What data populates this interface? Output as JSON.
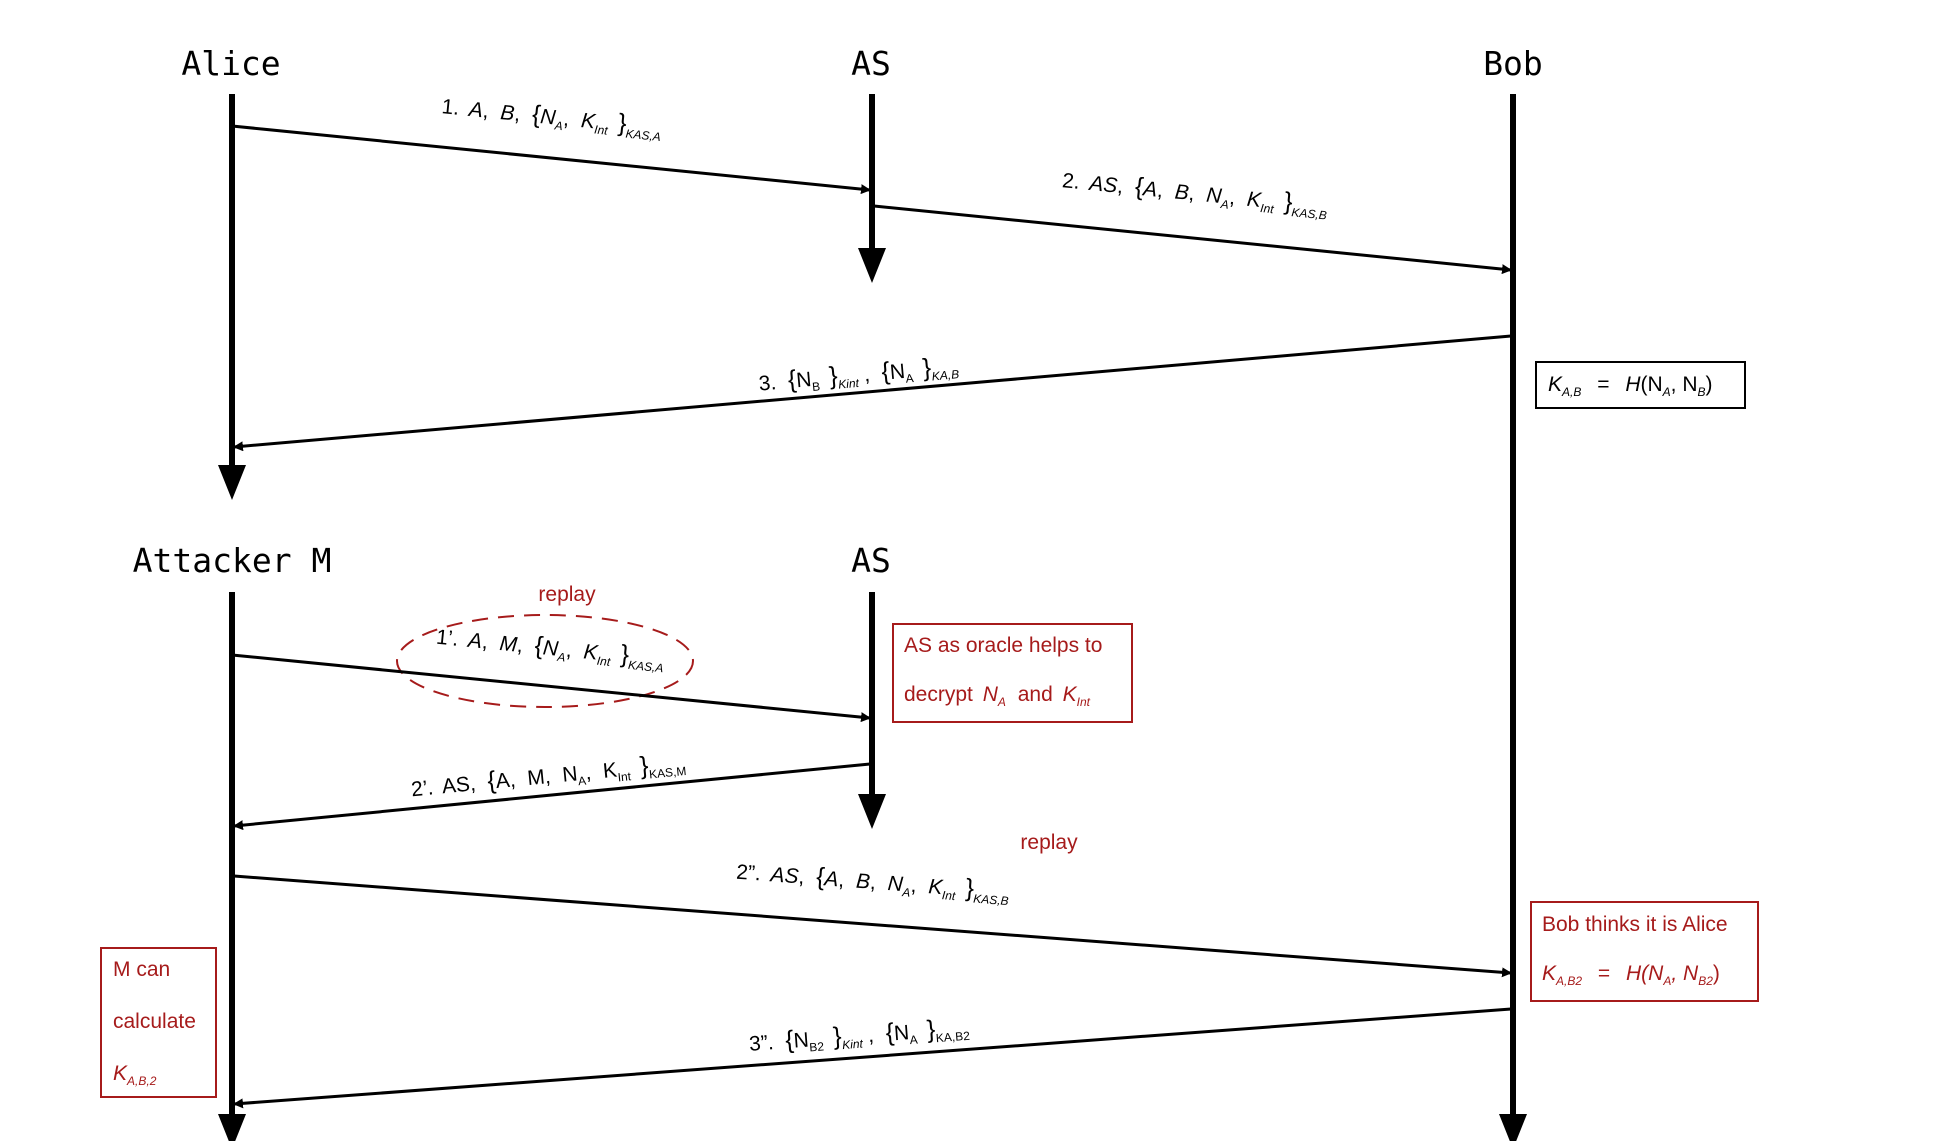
{
  "colors": {
    "ink": "#000000",
    "accent": "#a61b1b"
  },
  "actors": {
    "alice": "Alice",
    "as_top": "AS",
    "bob": "Bob",
    "attacker": "Attacker M",
    "as_bottom": "AS"
  },
  "labels": {
    "replay_1": "replay",
    "replay_2": "replay"
  },
  "messages": {
    "m1": {
      "num": "1.",
      "parts": [
        "A",
        "B",
        "N",
        "A",
        "K",
        "Int",
        "KAS,A"
      ]
    },
    "m2": {
      "num": "2.",
      "parts": [
        "AS",
        "A",
        "B",
        "N",
        "A",
        "K",
        "Int",
        "KAS,B"
      ]
    },
    "m3": {
      "num": "3.",
      "parts": [
        "N",
        "B",
        "Kint",
        "N",
        "A",
        "KA,B"
      ]
    },
    "m1p": {
      "num": "1’.",
      "parts": [
        "A",
        "M",
        "N",
        "A",
        "K",
        "Int",
        "KAS,A"
      ]
    },
    "m2p": {
      "num": "2’.",
      "parts": [
        "AS",
        "A",
        "M",
        "N",
        "A",
        "K",
        "Int",
        "KAS,M"
      ]
    },
    "m2pp": {
      "num": "2”.",
      "parts": [
        "AS",
        "A",
        "B",
        "N",
        "A",
        "K",
        "Int",
        "KAS,B"
      ]
    },
    "m3pp": {
      "num": "3”.",
      "parts": [
        "N",
        "B2",
        "Kint",
        "N",
        "A",
        "KA,B2"
      ]
    }
  },
  "notes": {
    "kab": {
      "k": "K",
      "ksub": "A,B",
      "eq": "=",
      "h": "H(N",
      "a": "A",
      "comma": ", N",
      "b": "B",
      "close": ")"
    },
    "oracle": {
      "line1": "AS as oracle helps to",
      "line2a": "decrypt",
      "na": "N",
      "nasub": "A",
      "and": "and",
      "k": "K",
      "ksub": "Int"
    },
    "bob_thinks": {
      "line1": "Bob thinks it is Alice",
      "k": "K",
      "ksub": "A,B2",
      "eq": "=",
      "h": "H(N",
      "a": "A",
      "comma": ", N",
      "b": "B2",
      "close": ")"
    },
    "m_can": {
      "line1": "M can",
      "line2": "calculate",
      "k": "K",
      "ksub": "A,B,2"
    }
  }
}
